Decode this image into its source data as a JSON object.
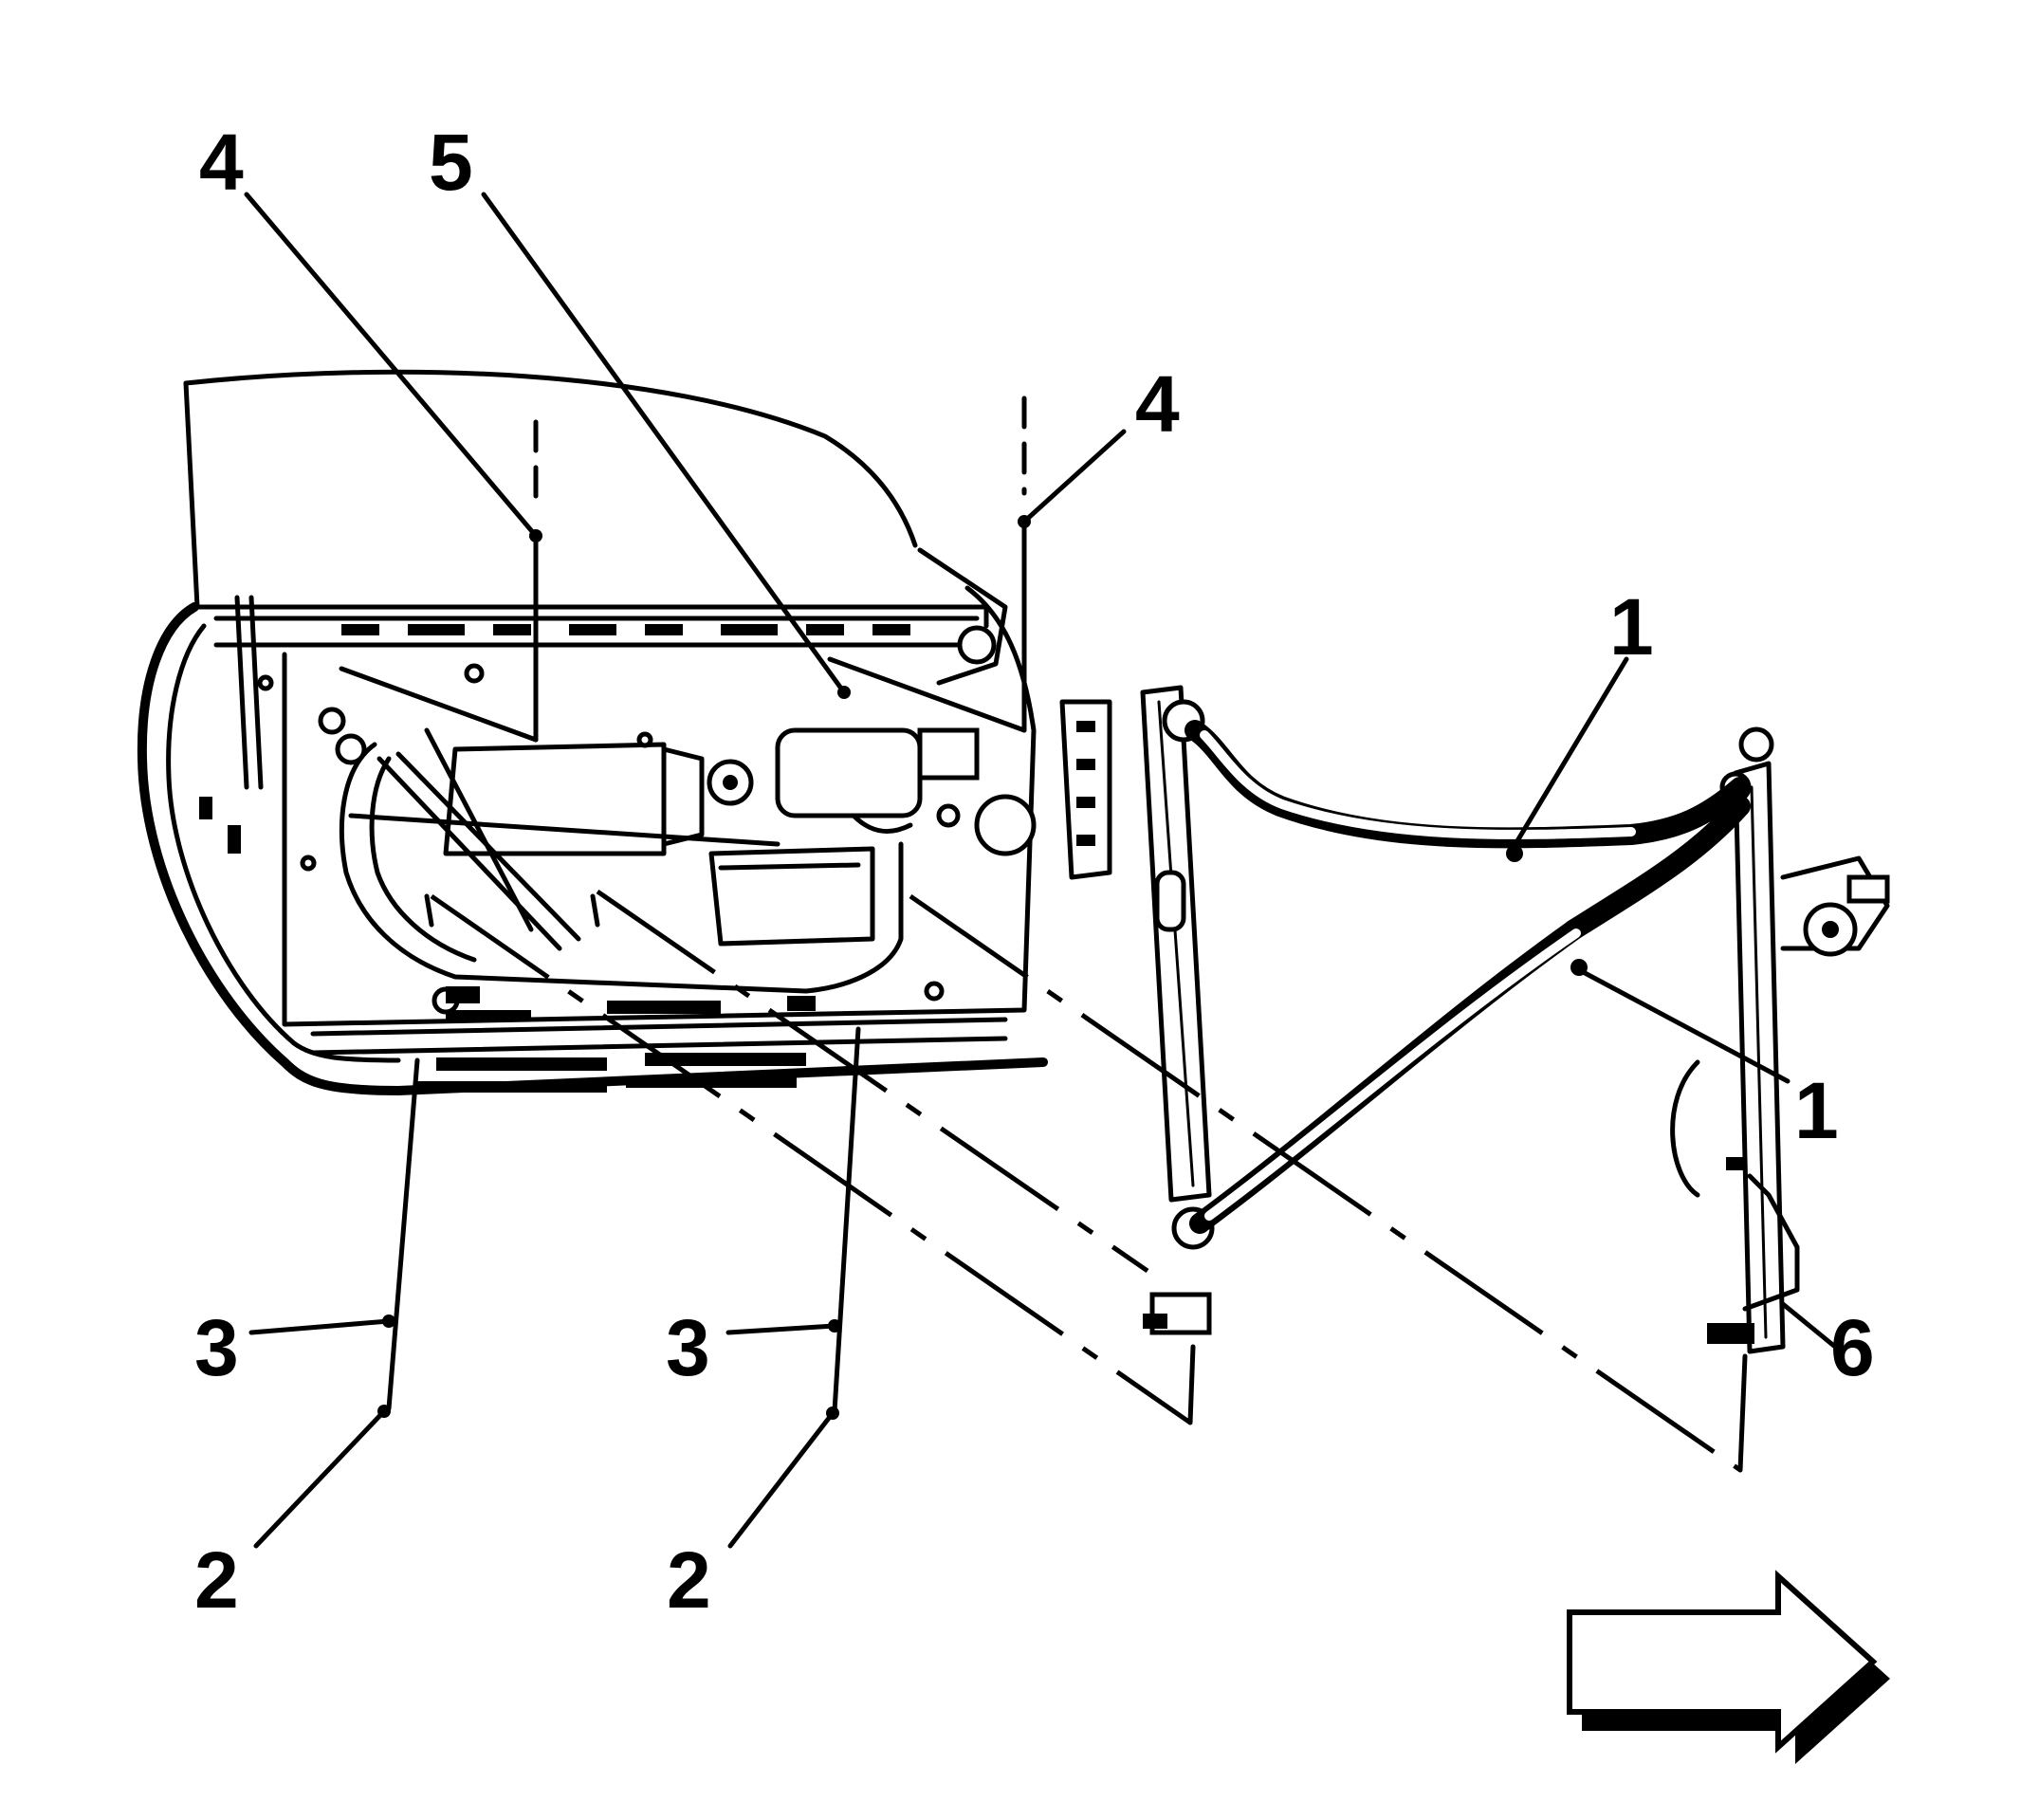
{
  "callouts": [
    {
      "id": "c4a",
      "label": "4"
    },
    {
      "id": "c5",
      "label": "5"
    },
    {
      "id": "c4b",
      "label": "4"
    },
    {
      "id": "c1a",
      "label": "1"
    },
    {
      "id": "c1b",
      "label": "1"
    },
    {
      "id": "c3a",
      "label": "3"
    },
    {
      "id": "c3b",
      "label": "3"
    },
    {
      "id": "c2a",
      "label": "2"
    },
    {
      "id": "c2b",
      "label": "2"
    },
    {
      "id": "c6",
      "label": "6"
    }
  ],
  "direction_arrow": {
    "icon": "right-arrow-icon",
    "direction": "right"
  },
  "colors": {
    "line": "#000000",
    "background": "#ffffff"
  }
}
